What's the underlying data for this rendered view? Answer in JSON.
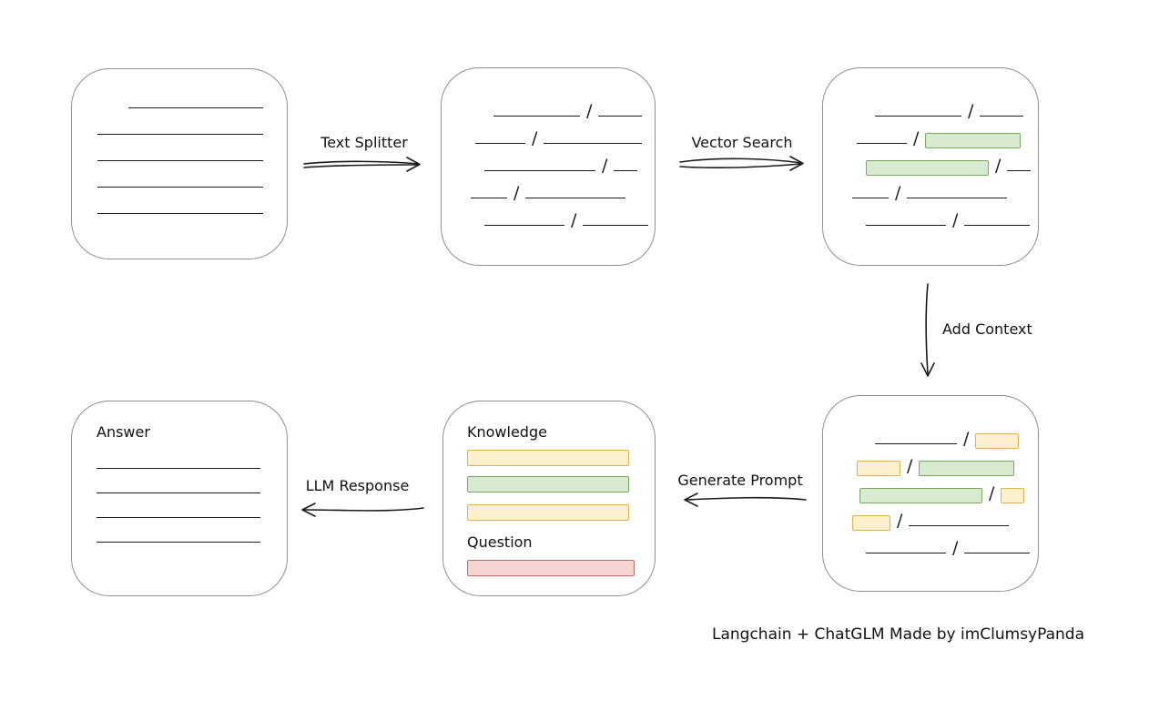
{
  "arrows": {
    "text_splitter": {
      "label": "Text Splitter"
    },
    "vector_search": {
      "label": "Vector Search"
    },
    "add_context": {
      "label": "Add Context"
    },
    "generate_prompt": {
      "label": "Generate Prompt"
    },
    "llm_response": {
      "label": "LLM Response"
    }
  },
  "prompt_box": {
    "knowledge_label": "Knowledge",
    "question_label": "Question"
  },
  "answer_box": {
    "title": "Answer"
  },
  "footer": {
    "credit": "Langchain + ChatGLM Made by imClumsyPanda"
  },
  "colors": {
    "green_fill": "#d8ead0",
    "green_stroke": "#7aa862",
    "yellow_fill": "#fcf0cd",
    "yellow_stroke": "#dfb14f",
    "red_fill": "#f5d4d1",
    "red_stroke": "#c66a5f",
    "box_stroke": "#8f8f8f",
    "line_color": "#1b1b1b"
  }
}
